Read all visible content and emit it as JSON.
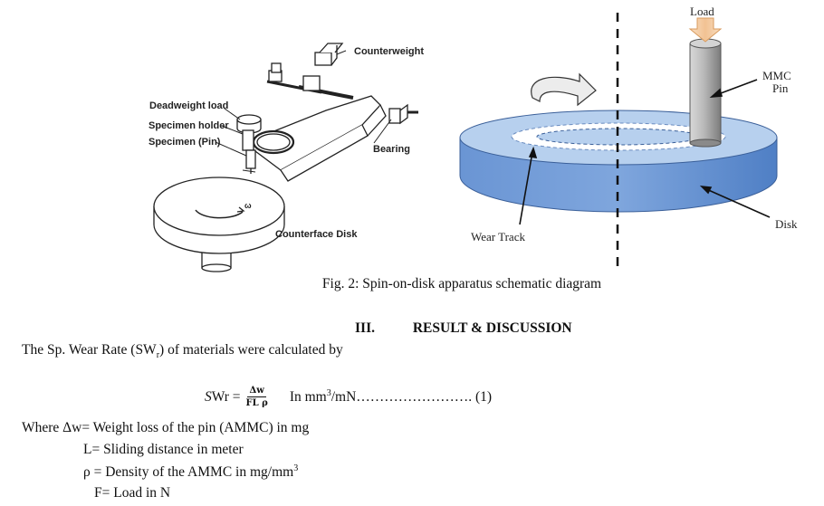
{
  "figure_left": {
    "labels": {
      "counterweight": "Counterweight",
      "deadweight": "Deadweight load",
      "holder": "Specimen holder",
      "specimen": "Specimen (Pin)",
      "bearing": "Bearing",
      "disk": "Counterface Disk",
      "omega": "ω"
    }
  },
  "figure_right": {
    "labels": {
      "load": "Load",
      "mmc_line1": "MMC",
      "mmc_line2": "Pin",
      "disk": "Disk",
      "wear_track": "Wear Track"
    },
    "colors": {
      "disk_top": "#b7d0ee",
      "disk_side": "#5b86c8",
      "pin": "#a9a9a9",
      "load_arrow": "#f5cfa8"
    }
  },
  "caption": "Fig. 2: Spin-on-disk apparatus schematic diagram",
  "section": {
    "number": "III.",
    "title": "RESULT & DISCUSSION"
  },
  "intro": {
    "before": "The Sp. Wear Rate (SW",
    "sub": "r",
    "after": ")   of materials were calculated by"
  },
  "equation": {
    "lhs_italic": "S",
    "lhs_rest": "Wr = ",
    "numerator": "Δw",
    "denominator": "FL ρ",
    "units_prefix": "In mm",
    "units_sup": "3",
    "units_suffix": "/mN……………………. (1)"
  },
  "definitions": [
    {
      "text": "Where Δw= Weight loss of the pin (AMMC) in mg"
    },
    {
      "text": "L= Sliding distance in meter"
    },
    {
      "text": "ρ = Density of the AMMC in mg/mm",
      "sup": "3"
    },
    {
      "text": "F= Load in N"
    }
  ]
}
